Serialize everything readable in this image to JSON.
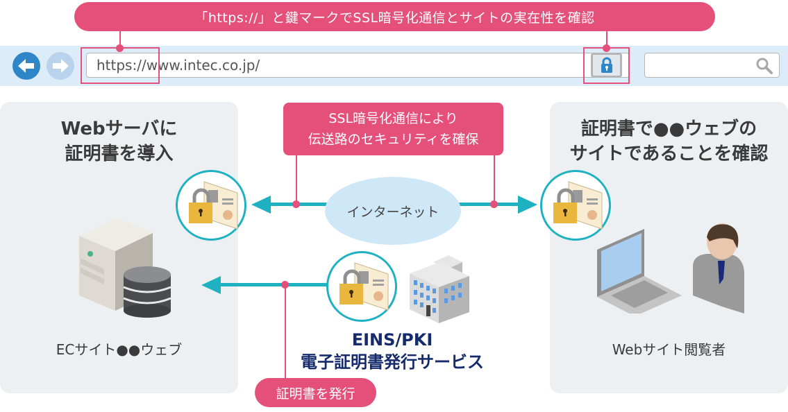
{
  "callouts": {
    "top": "「https://」と鍵マークでSSL暗号化通信とサイトの実在性を確認",
    "middle_line1": "SSL暗号化通信により",
    "middle_line2": "伝送路のセキュリティを確保",
    "issue": "証明書を発行"
  },
  "browser": {
    "url": "https://www.intec.co.jp/",
    "search_placeholder": "",
    "icons": {
      "back": "arrow-left-icon",
      "forward": "arrow-right-icon",
      "lock": "lock-icon",
      "search": "search-icon"
    }
  },
  "server_panel": {
    "title_line1": "Webサーバに",
    "title_line2": "証明書を導入",
    "label": "ECサイト●●ウェブ"
  },
  "viewer_panel": {
    "title_line1": "証明書で●●ウェブの",
    "title_line2": "サイトであることを確認",
    "label": "Webサイト閲覧者"
  },
  "network": {
    "label": "インターネット"
  },
  "issuer": {
    "name_line1": "EINS/PKI",
    "name_line2": "電子証明書発行サービス"
  },
  "colors": {
    "accent_pink": "#e4507a",
    "teal": "#1eb1c2",
    "browser_bar": "#dcedf9",
    "service_navy": "#152b6b",
    "panel_bg": "#ecf0f2"
  }
}
